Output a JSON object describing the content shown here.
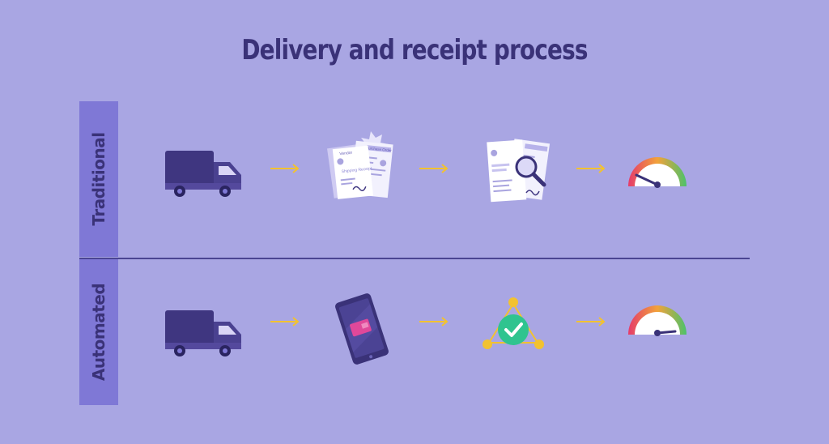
{
  "title": "Delivery and receipt process",
  "rows": [
    {
      "label": "Traditional",
      "steps": [
        "truck-icon",
        "paper-documents-icon",
        "document-inspection-icon",
        "gauge-low-icon"
      ]
    },
    {
      "label": "Automated",
      "steps": [
        "truck-icon",
        "tablet-icon",
        "network-check-icon",
        "gauge-high-icon"
      ]
    }
  ],
  "document_text": {
    "sender": "Vendor",
    "purchase_order": "Purchase Order",
    "shipping_receipt": "Shipping Receipt"
  },
  "colors": {
    "background": "#a9a6e3",
    "band": "#7f78d6",
    "text": "#3a3278",
    "arrow": "#f2c230",
    "truck": "#3f3680",
    "check": "#2fc48f"
  }
}
